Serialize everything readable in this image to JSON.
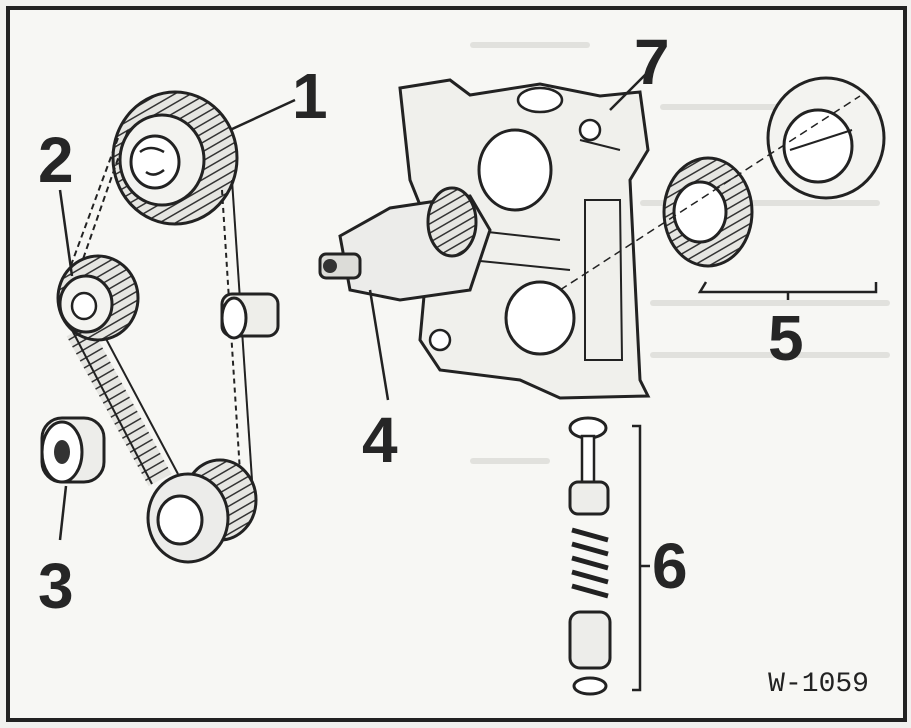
{
  "figure": {
    "id": "W-1059"
  },
  "callouts": {
    "c1": "1",
    "c2": "2",
    "c3": "3",
    "c4": "4",
    "c5": "5",
    "c6": "6",
    "c7": "7"
  }
}
